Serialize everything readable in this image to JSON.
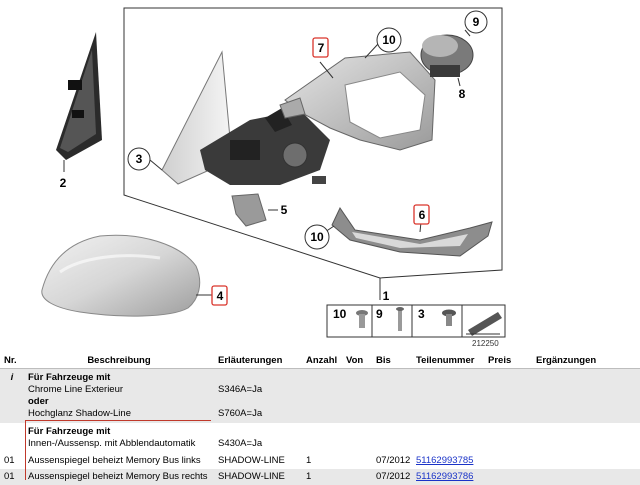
{
  "diagram": {
    "callouts": {
      "c2": "2",
      "c3": "3",
      "c4": "4",
      "c5": "5",
      "c6": "6",
      "c7": "7",
      "c8": "8",
      "c9": "9",
      "c10a": "10",
      "c10b": "10",
      "c1": "1"
    },
    "hardware": {
      "h10": "10",
      "h9": "9",
      "h3": "3"
    },
    "ref_number": "212250"
  },
  "table": {
    "headers": {
      "nr": "Nr.",
      "beschreibung": "Beschreibung",
      "erlaeuterungen": "Erläuterungen",
      "anzahl": "Anzahl",
      "von": "Von",
      "bis": "Bis",
      "teilenummer": "Teilenummer",
      "preis": "Preis",
      "ergaenzungen": "Ergänzungen"
    },
    "info_block": {
      "nr": "i",
      "title": "Für Fahrzeuge mit",
      "line1": "Chrome Line Exterieur",
      "line1_note": "S346A=Ja",
      "or": "oder",
      "line2": "Hochglanz Shadow-Line",
      "line2_note": "S760A=Ja"
    },
    "group_block": {
      "title": "Für Fahrzeuge mit",
      "line1": "Innen-/Aussensp. mit Abblendautomatik",
      "line1_note": "S430A=Ja"
    },
    "rows": [
      {
        "nr": "01",
        "beschreibung": "Aussenspiegel beheizt Memory Bus links",
        "erlaeuterungen": "SHADOW-LINE",
        "anzahl": "1",
        "von": "",
        "bis": "07/2012",
        "teilenummer": "51162993785",
        "preis": "",
        "ergaenzungen": ""
      },
      {
        "nr": "01",
        "beschreibung": "Aussenspiegel beheizt Memory Bus rechts",
        "erlaeuterungen": "SHADOW-LINE",
        "anzahl": "1",
        "von": "",
        "bis": "07/2012",
        "teilenummer": "51162993786",
        "preis": "",
        "ergaenzungen": ""
      }
    ]
  }
}
